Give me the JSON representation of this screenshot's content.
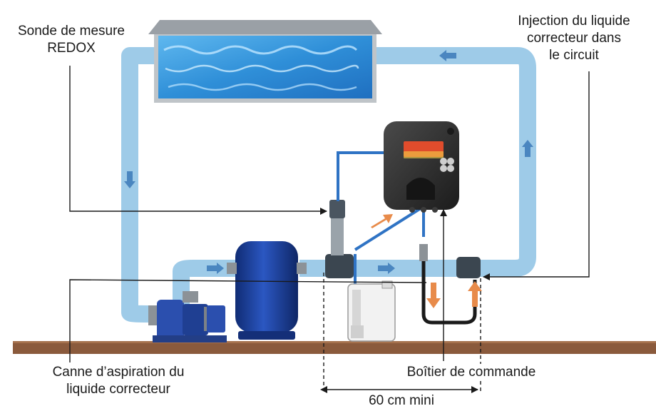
{
  "labels": {
    "sonde": {
      "line1": "Sonde de mesure",
      "line2": "REDOX"
    },
    "injection": {
      "line1": "Injection du liquide",
      "line2": "correcteur dans",
      "line3": "le circuit"
    },
    "canne": {
      "line1": "Canne d’aspiration du",
      "line2": "liquide correcteur"
    },
    "boitier": {
      "line1": "Boîtier de commande"
    },
    "distance": {
      "line1": "60 cm mini"
    }
  },
  "colors": {
    "pipe": "#9ecbe8",
    "pipe_arrow": "#4a86c0",
    "filter_tank": "#1a3f9a",
    "pump": "#2b4fae",
    "ground": "#8a5a3c",
    "controller": "#2d2d2d",
    "controller_screen": "#e04c2c",
    "flow_arrow": "#e88b4a",
    "line": "#1a1a1a"
  },
  "icons": [
    "pool-water-icon",
    "controller-box-icon",
    "filter-tank-icon",
    "pump-icon",
    "canister-icon",
    "flow-arrow-icon"
  ]
}
